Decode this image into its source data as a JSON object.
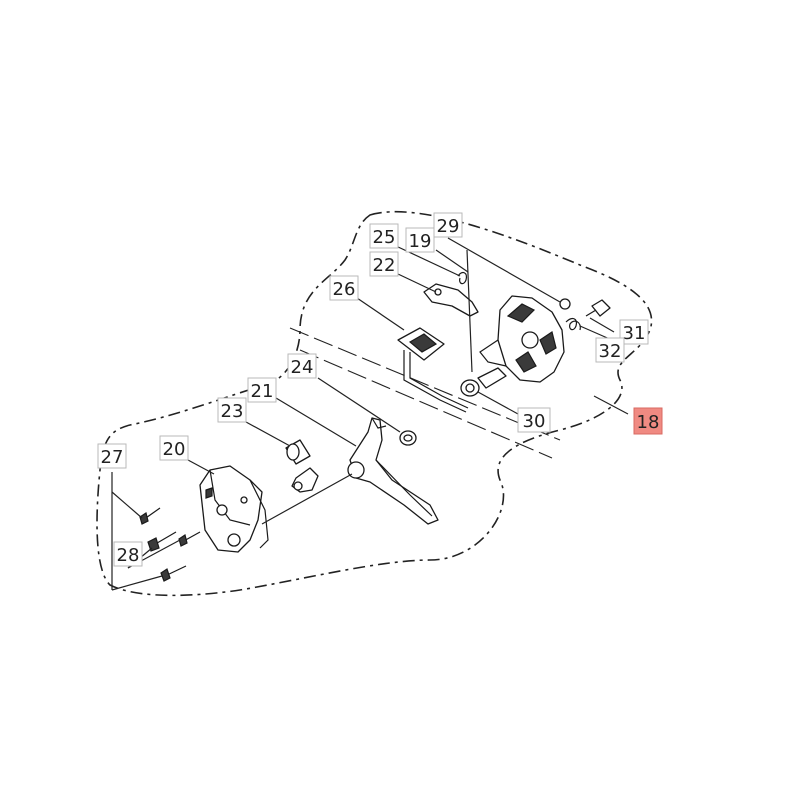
{
  "callouts": [
    {
      "id": "29",
      "label": "29"
    },
    {
      "id": "25",
      "label": "25"
    },
    {
      "id": "19",
      "label": "19"
    },
    {
      "id": "22",
      "label": "22"
    },
    {
      "id": "26",
      "label": "26"
    },
    {
      "id": "31",
      "label": "31"
    },
    {
      "id": "32",
      "label": "32"
    },
    {
      "id": "24",
      "label": "24"
    },
    {
      "id": "21",
      "label": "21"
    },
    {
      "id": "23",
      "label": "23"
    },
    {
      "id": "30",
      "label": "30"
    },
    {
      "id": "18",
      "label": "18"
    },
    {
      "id": "20",
      "label": "20"
    },
    {
      "id": "27",
      "label": "27"
    },
    {
      "id": "28",
      "label": "28"
    }
  ],
  "highlight_color": "#f08a82"
}
